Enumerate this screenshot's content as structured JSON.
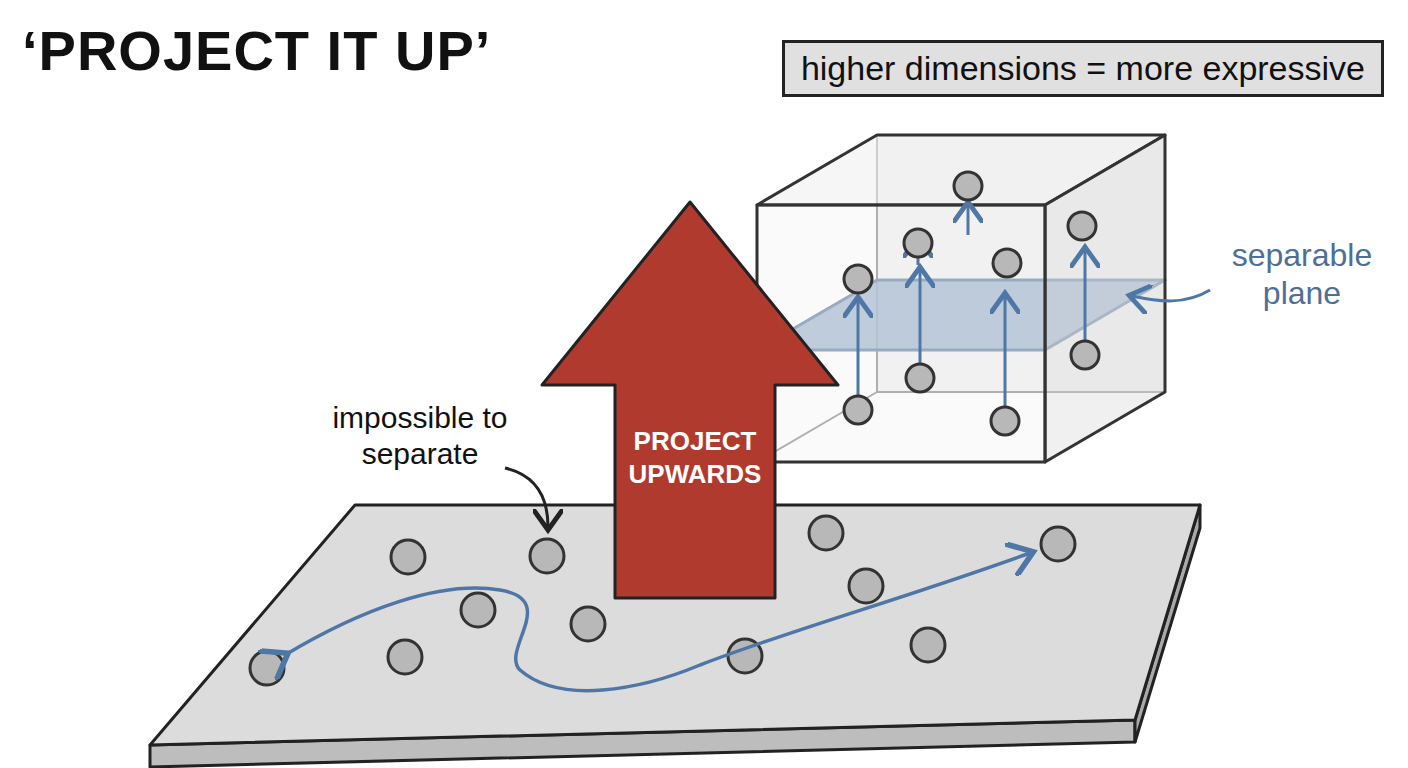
{
  "diagram": {
    "title": "‘PROJECT IT UP’",
    "nodes": [
      {
        "text": [
          "higher dimensions = more expressive"
        ]
      },
      {
        "text": [
          "PROJECT UPWARDS"
        ]
      }
    ],
    "labels": [
      "impossible to separate",
      "separable plane"
    ]
  }
}
